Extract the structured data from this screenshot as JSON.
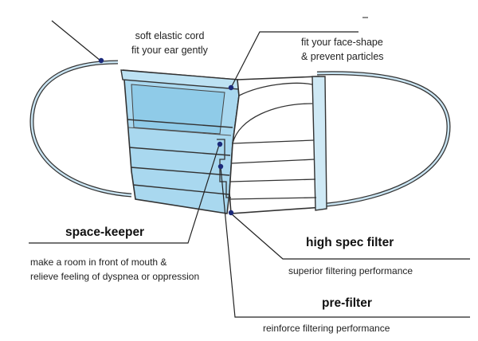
{
  "labels": {
    "ear_cord_line1": "soft elastic cord",
    "ear_cord_line2": "fit your ear gently",
    "face_shape_line1": "fit your face-shape",
    "face_shape_line2": "& prevent particles",
    "space_keeper_title": "space-keeper",
    "space_keeper_line1": "make a room in front of mouth &",
    "space_keeper_line2": "relieve feeling of dyspnea or oppression",
    "high_spec_title": "high spec filter",
    "high_spec_desc": "superior filtering performance",
    "pre_filter_title": "pre-filter",
    "pre_filter_desc": "reinforce filtering performance"
  },
  "colors": {
    "mask_outer": "#a9d8ef",
    "mask_inner": "#8fcbe8",
    "mask_layer_white": "#ffffff",
    "ear_loop": "#c9e4f2",
    "outline": "#333333",
    "leader_line": "#222222",
    "callout_dot": "#1b2a7a"
  }
}
